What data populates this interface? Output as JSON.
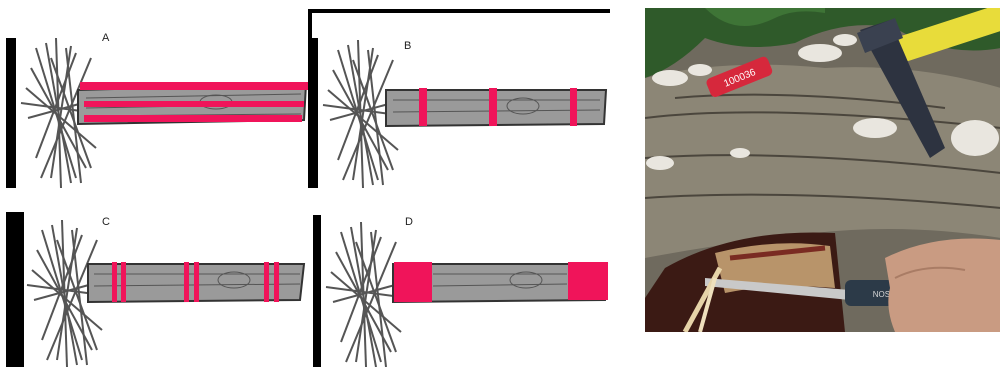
{
  "panels": [
    {
      "id": "A",
      "label": "A",
      "marking": "longitudinal-stripes"
    },
    {
      "id": "B",
      "label": "B",
      "marking": "single-rings"
    },
    {
      "id": "C",
      "label": "C",
      "marking": "double-rings"
    },
    {
      "id": "D",
      "label": "D",
      "marking": "end-blocks"
    }
  ],
  "photo": {
    "tag_text": "100036",
    "tag_color": "#d6283c",
    "hammer_handle_color": "#e8dc3a",
    "tool_band_text": "NOSCE"
  },
  "colors": {
    "marking": "#f0145a",
    "log_fill": "#9a9a9a",
    "log_stroke": "#333333",
    "frame": "#000000"
  }
}
